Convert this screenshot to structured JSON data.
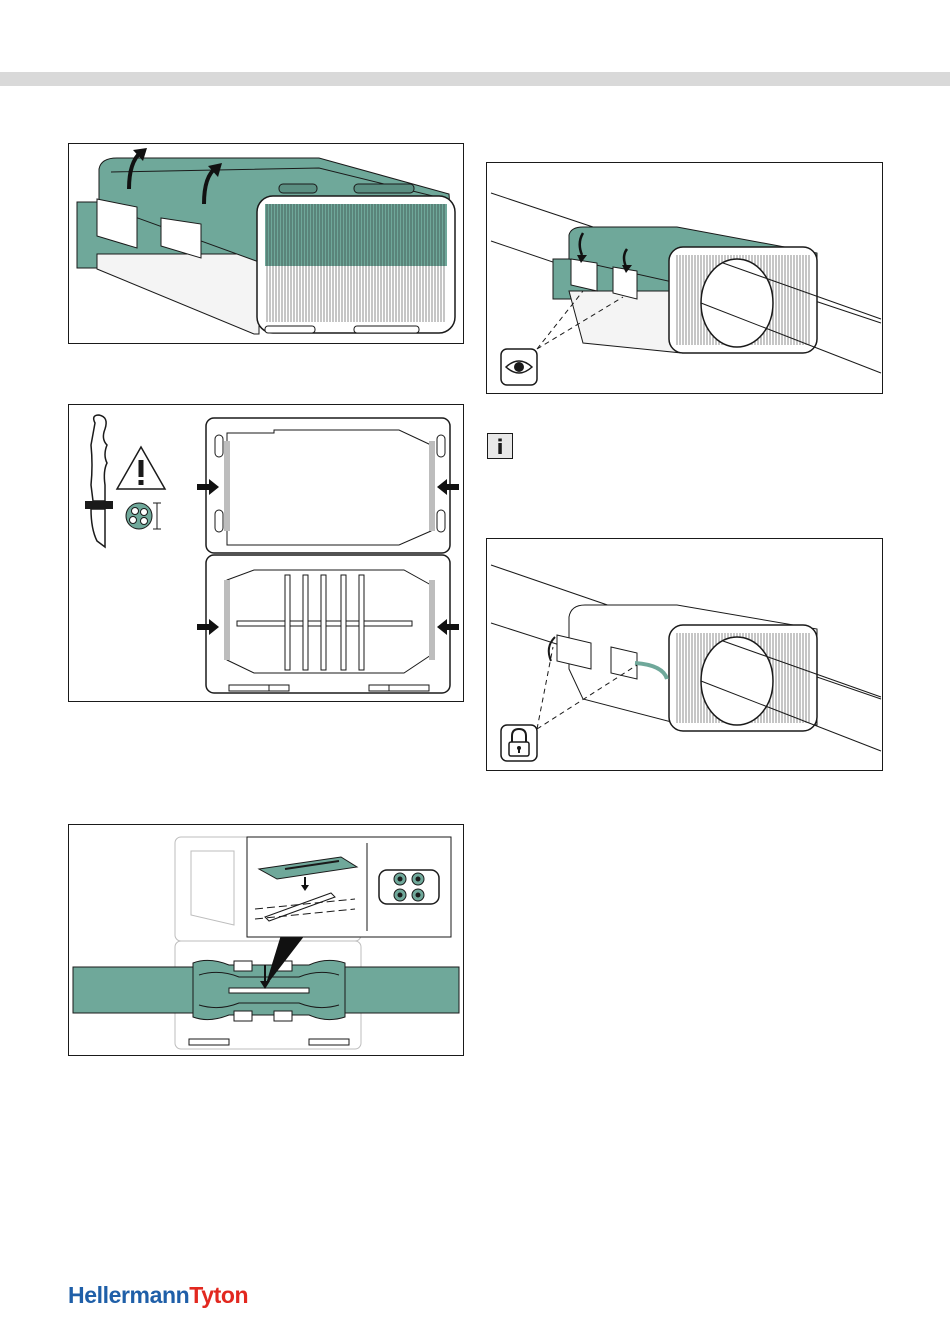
{
  "brand": {
    "name_part1": "Hellermann",
    "name_part2": "Tyton",
    "colors": {
      "primary": "#1f5fa8",
      "secondary": "#e2281f"
    }
  },
  "colors": {
    "housing_teal": "#6fa89a",
    "outline": "#1a1a1a",
    "header_bar": "#d9d9d9"
  },
  "panels": [
    {
      "id": "step-open-lid",
      "icons": [
        "lift-arrow-icon",
        "lift-arrow-icon"
      ]
    },
    {
      "id": "step-cut-seals",
      "icons": [
        "knife-icon",
        "warning-icon",
        "cable-diameter-icon",
        "push-arrow-icon"
      ]
    },
    {
      "id": "step-insert-cables",
      "icons": [
        "gel-pad-icon",
        "bridge-icon",
        "four-cable-icon",
        "down-arrow-icon"
      ]
    },
    {
      "id": "step-close-lid",
      "icons": [
        "eye-icon",
        "close-arrow-icon"
      ]
    },
    {
      "id": "step-lock",
      "icons": [
        "padlock-icon"
      ]
    }
  ],
  "info_box": {
    "symbol": "i",
    "icon": "info-icon"
  }
}
